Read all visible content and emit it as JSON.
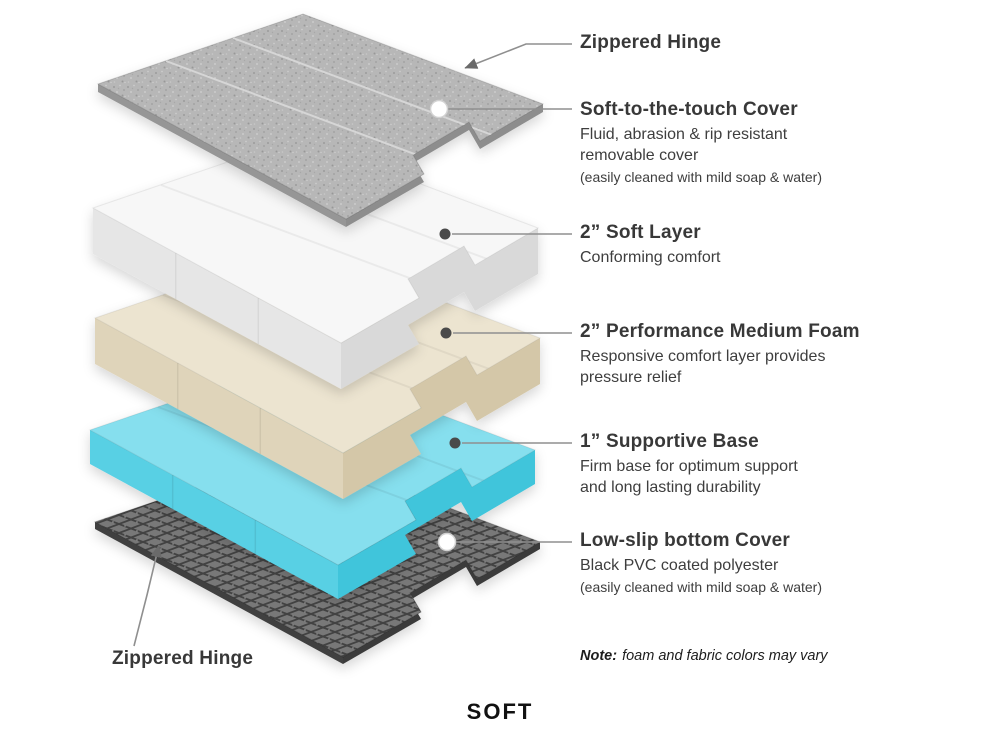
{
  "title": "SOFT",
  "note": {
    "prefix": "Note:",
    "text": "foam and fabric colors may vary"
  },
  "diagram": {
    "bottom_hinge_label": "Zippered Hinge",
    "layers": [
      {
        "name": "Soft-to-the-touch Cover",
        "color": "#b7b7b7"
      },
      {
        "name": "2” Soft Layer",
        "color": "#f7f7f7"
      },
      {
        "name": "2” Performance Medium Foam",
        "color": "#ece4d0"
      },
      {
        "name": "1” Supportive Base",
        "color": "#86dfee"
      },
      {
        "name": "Low-slip bottom Cover",
        "color": "#787878"
      }
    ]
  },
  "callouts": [
    {
      "heading": "Zippered Hinge"
    },
    {
      "heading": "Soft-to-the-touch Cover",
      "lines": [
        "Fluid, abrasion & rip resistant",
        "removable cover"
      ],
      "fine": "(easily cleaned with mild soap & water)"
    },
    {
      "heading": "2” Soft Layer",
      "lines": [
        "Conforming comfort"
      ]
    },
    {
      "heading": "2” Performance Medium Foam",
      "lines": [
        "Responsive comfort layer provides",
        "pressure relief"
      ]
    },
    {
      "heading": "1” Supportive Base",
      "lines": [
        "Firm base for optimum support",
        "and long lasting durability"
      ]
    },
    {
      "heading": "Low-slip bottom Cover",
      "lines": [
        "Black PVC coated polyester"
      ],
      "fine": "(easily cleaned with mild soap & water)"
    }
  ]
}
